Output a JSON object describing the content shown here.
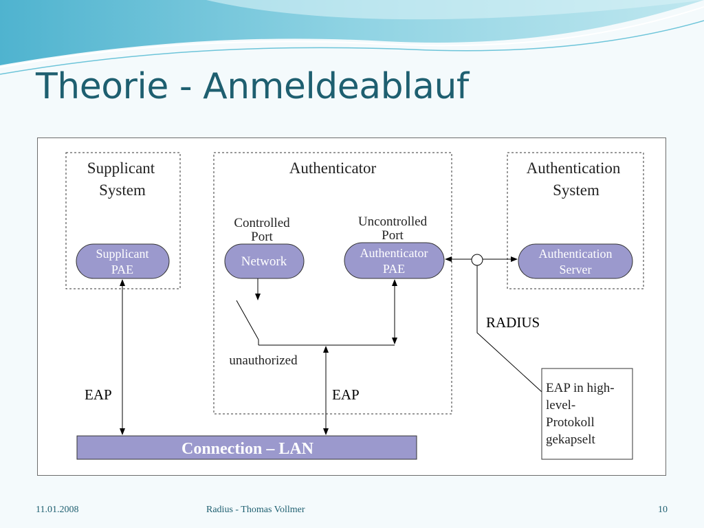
{
  "slide": {
    "title": "Theorie - Anmeldeablauf",
    "footer": {
      "date": "11.01.2008",
      "center": "Radius - Thomas Vollmer",
      "page": "10"
    }
  },
  "diagram": {
    "groups": {
      "supplicant": {
        "line1": "Supplicant",
        "line2": "System"
      },
      "authenticator": {
        "label": "Authenticator"
      },
      "auth_system": {
        "line1": "Authentication",
        "line2": "System"
      }
    },
    "nodes": {
      "supplicant_pae": {
        "line1": "Supplicant",
        "line2": "PAE"
      },
      "network": {
        "label": "Network"
      },
      "authenticator_pae": {
        "line1": "Authenticator",
        "line2": "PAE"
      },
      "auth_server": {
        "line1": "Authentication",
        "line2": "Server"
      }
    },
    "labels": {
      "controlled_port": {
        "line1": "Controlled",
        "line2": "Port"
      },
      "uncontrolled_port": {
        "line1": "Uncontrolled",
        "line2": "Port"
      },
      "unauthorized": "unauthorized",
      "radius": "RADIUS",
      "eap_left": "EAP",
      "eap_center": "EAP"
    },
    "connection_bar": {
      "label": "Connection – LAN"
    },
    "note": {
      "lines": [
        "EAP in high-",
        "level-",
        "Protokoll",
        "gekapselt"
      ]
    }
  },
  "colors": {
    "title": "#1e5f70",
    "node_fill": "#9b99cd",
    "node_text": "#ffffff",
    "bar_fill": "#9b99cd"
  }
}
